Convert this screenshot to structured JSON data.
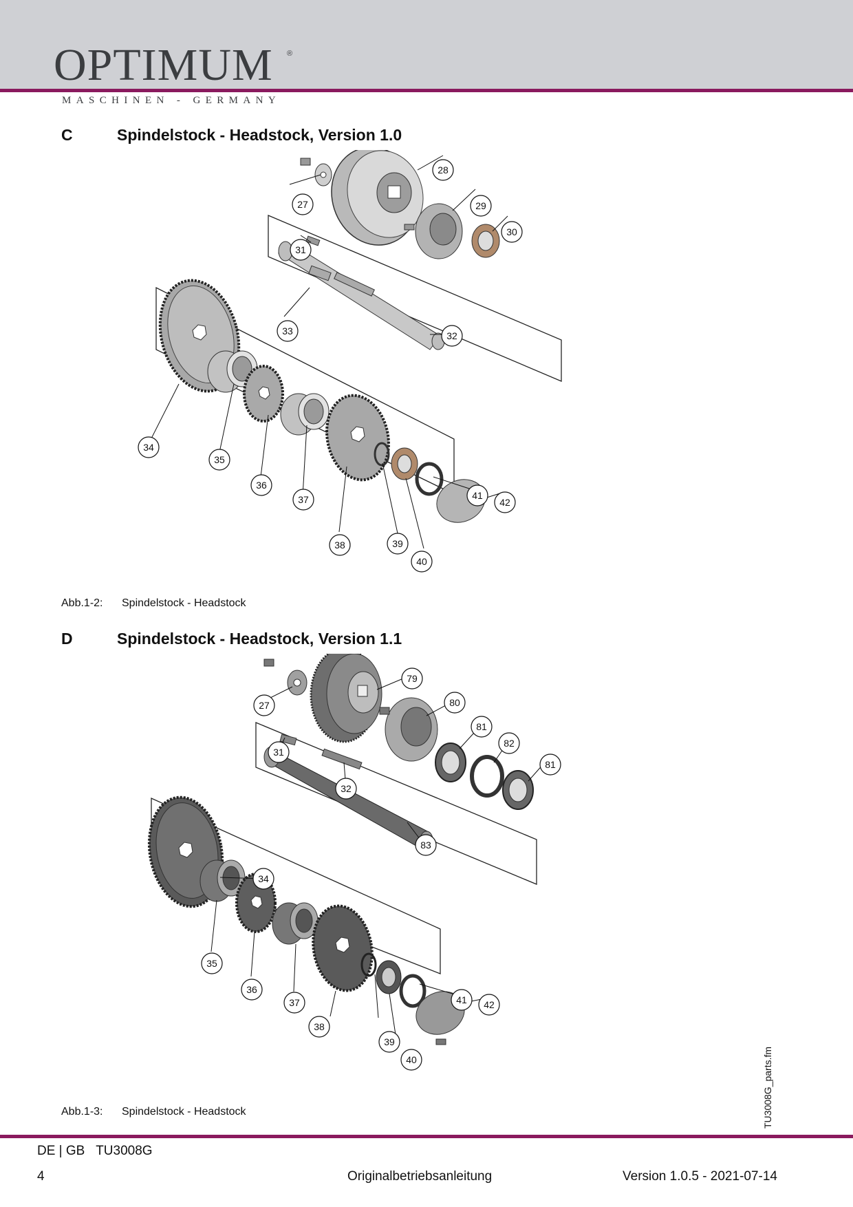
{
  "header": {
    "brand": "OPTIMUM",
    "registered_mark": "®",
    "tagline": "MASCHINEN - GERMANY"
  },
  "section_c": {
    "letter": "C",
    "title": "Spindelstock - Headstock, Version 1.0",
    "part_labels": [
      "27",
      "28",
      "29",
      "30",
      "31",
      "32",
      "33",
      "34",
      "35",
      "36",
      "37",
      "38",
      "39",
      "40",
      "41",
      "42"
    ],
    "caption_number": "Abb.1-2:",
    "caption_text": "Spindelstock - Headstock"
  },
  "section_d": {
    "letter": "D",
    "title": "Spindelstock - Headstock, Version 1.1",
    "part_labels": [
      "79",
      "27",
      "80",
      "81",
      "82",
      "81",
      "31",
      "32",
      "83",
      "34",
      "35",
      "36",
      "37",
      "38",
      "39",
      "40",
      "41",
      "42"
    ],
    "caption_number": "Abb.1-3:",
    "caption_text": "Spindelstock - Headstock"
  },
  "side_file_label": "TU3008G_parts.fm",
  "footer": {
    "language": "DE | GB",
    "model": "TU3008G",
    "page_number": "4",
    "doc_title": "Originalbetriebsanleitung",
    "version": "Version 1.0.5 - 2021-07-14"
  },
  "colors": {
    "accent": "#8a1a5e",
    "header_band": "#cfd0d4",
    "logo": "#3b3d40"
  }
}
